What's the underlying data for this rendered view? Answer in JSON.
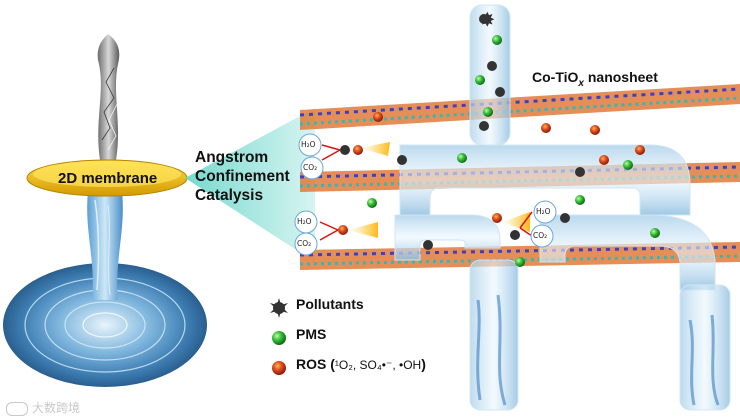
{
  "labels": {
    "membrane": "2D membrane",
    "concept": [
      "Angstrom",
      "Confinement",
      "Catalysis"
    ],
    "nanosheet_prefix": "Co-TiO",
    "nanosheet_sub": "x",
    "nanosheet_suffix": " nanosheet"
  },
  "molecules": {
    "h2o": "H₂O",
    "co2": "CO₂"
  },
  "legend": {
    "pollutants": "Pollutants",
    "pms": "PMS",
    "ros_prefix": "ROS (",
    "ros_species": "¹O₂, SO₄•⁻, •OH",
    "ros_suffix": ")"
  },
  "watermark": "大数跨境",
  "colors": {
    "membrane_disc": "#e6b800",
    "water": "#9fd0f0",
    "pollutant": "#333333",
    "pms": "#2db52d",
    "ros": "#c0392b",
    "callout": "#5fd3c6"
  },
  "icons": [
    "pollutant-star-icon",
    "pms-sphere-icon",
    "ros-particle-icon"
  ]
}
